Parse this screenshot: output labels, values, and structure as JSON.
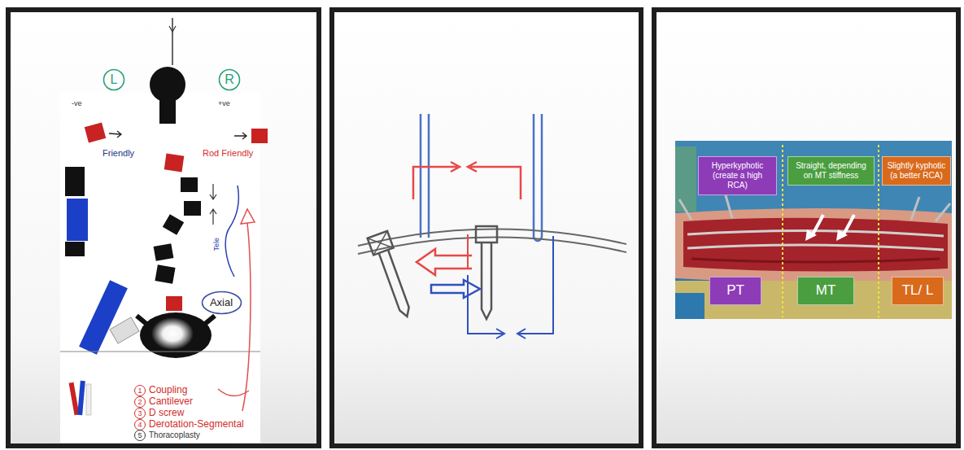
{
  "diagram": {
    "nodes": [
      {
        "text": [
          "L"
        ]
      },
      {
        "text": [
          "R"
        ]
      },
      {
        "text": [
          "Axial"
        ]
      },
      {
        "text": [
          "Hyperkyphotic (create a high RCA)"
        ]
      },
      {
        "text": [
          "Straight, depending on MT stiffness"
        ]
      },
      {
        "text": [
          "Slightly kyphotic (a better RCA)"
        ]
      },
      {
        "text": [
          "PT"
        ]
      },
      {
        "text": [
          "MT"
        ]
      },
      {
        "text": [
          "TL/ L"
        ]
      }
    ],
    "labels": [
      "-ve",
      "+ve",
      "Friendly",
      "Rod Friendly",
      "Tele",
      "1",
      "Coupling",
      "2",
      "Cantilever",
      "3",
      "D screw",
      "4",
      "Derotation-Segmental",
      "5",
      "Thoracoplasty"
    ]
  }
}
